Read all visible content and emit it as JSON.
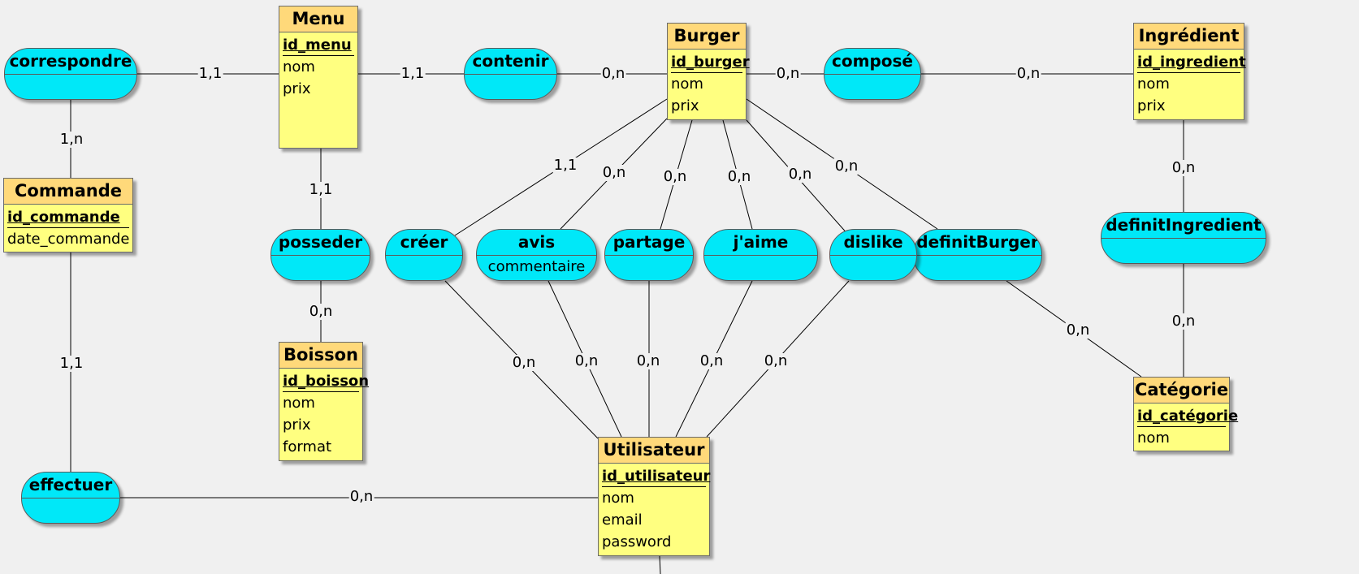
{
  "entities": [
    {
      "id": "menu",
      "name": "Menu",
      "attributes": [
        "id_menu",
        "nom",
        "prix"
      ],
      "key": "id_menu"
    },
    {
      "id": "burger",
      "name": "Burger",
      "attributes": [
        "id_burger",
        "nom",
        "prix"
      ],
      "key": "id_burger"
    },
    {
      "id": "ingredient",
      "name": "Ingrédient",
      "attributes": [
        "id_ingredient",
        "nom",
        "prix"
      ],
      "key": "id_ingredient"
    },
    {
      "id": "commande",
      "name": "Commande",
      "attributes": [
        "id_commande",
        "date_commande"
      ],
      "key": "id_commande"
    },
    {
      "id": "boisson",
      "name": "Boisson",
      "attributes": [
        "id_boisson",
        "nom",
        "prix",
        "format"
      ],
      "key": "id_boisson"
    },
    {
      "id": "utilisateur",
      "name": "Utilisateur",
      "attributes": [
        "id_utilisateur",
        "nom",
        "email",
        "password"
      ],
      "key": "id_utilisateur"
    },
    {
      "id": "categorie",
      "name": "Catégorie",
      "attributes": [
        "id_catégorie",
        "nom"
      ],
      "key": "id_catégorie"
    }
  ],
  "associations": [
    {
      "id": "correspondre",
      "name": "correspondre",
      "attributes": []
    },
    {
      "id": "contenir",
      "name": "contenir",
      "attributes": []
    },
    {
      "id": "compose",
      "name": "composé",
      "attributes": []
    },
    {
      "id": "posseder",
      "name": "posseder",
      "attributes": []
    },
    {
      "id": "creer",
      "name": "créer",
      "attributes": []
    },
    {
      "id": "avis",
      "name": "avis",
      "attributes": [
        "commentaire"
      ]
    },
    {
      "id": "partage",
      "name": "partage",
      "attributes": []
    },
    {
      "id": "jaime",
      "name": "j'aime",
      "attributes": []
    },
    {
      "id": "dislike",
      "name": "dislike",
      "attributes": []
    },
    {
      "id": "definitBurger",
      "name": "definitBurger",
      "attributes": []
    },
    {
      "id": "definitIngredient",
      "name": "definitIngredient",
      "attributes": []
    },
    {
      "id": "effectuer",
      "name": "effectuer",
      "attributes": []
    }
  ],
  "links": [
    {
      "assoc": "correspondre",
      "entity": "menu",
      "card": "1,1"
    },
    {
      "assoc": "correspondre",
      "entity": "commande",
      "card": "1,n"
    },
    {
      "assoc": "contenir",
      "entity": "menu",
      "card": "1,1"
    },
    {
      "assoc": "contenir",
      "entity": "burger",
      "card": "0,n"
    },
    {
      "assoc": "compose",
      "entity": "burger",
      "card": "0,n"
    },
    {
      "assoc": "compose",
      "entity": "ingredient",
      "card": "0,n"
    },
    {
      "assoc": "posseder",
      "entity": "menu",
      "card": "1,1"
    },
    {
      "assoc": "posseder",
      "entity": "boisson",
      "card": "0,n"
    },
    {
      "assoc": "creer",
      "entity": "burger",
      "card": "1,1"
    },
    {
      "assoc": "creer",
      "entity": "utilisateur",
      "card": "0,n"
    },
    {
      "assoc": "avis",
      "entity": "burger",
      "card": "0,n"
    },
    {
      "assoc": "avis",
      "entity": "utilisateur",
      "card": "0,n"
    },
    {
      "assoc": "partage",
      "entity": "burger",
      "card": "0,n"
    },
    {
      "assoc": "partage",
      "entity": "utilisateur",
      "card": "0,n"
    },
    {
      "assoc": "jaime",
      "entity": "burger",
      "card": "0,n"
    },
    {
      "assoc": "jaime",
      "entity": "utilisateur",
      "card": "0,n"
    },
    {
      "assoc": "dislike",
      "entity": "burger",
      "card": "0,n"
    },
    {
      "assoc": "dislike",
      "entity": "utilisateur",
      "card": "0,n"
    },
    {
      "assoc": "definitBurger",
      "entity": "burger",
      "card": "0,n"
    },
    {
      "assoc": "definitBurger",
      "entity": "categorie",
      "card": "0,n"
    },
    {
      "assoc": "definitIngredient",
      "entity": "ingredient",
      "card": "0,n"
    },
    {
      "assoc": "definitIngredient",
      "entity": "categorie",
      "card": "0,n"
    },
    {
      "assoc": "effectuer",
      "entity": "commande",
      "card": "1,1"
    },
    {
      "assoc": "effectuer",
      "entity": "utilisateur",
      "card": "0,n"
    }
  ],
  "colors": {
    "entity_fill": "#ffff80",
    "entity_header": "#ffd97a",
    "association_fill": "#00e8f8",
    "line": "#000000",
    "background": "#f0f0f0"
  }
}
